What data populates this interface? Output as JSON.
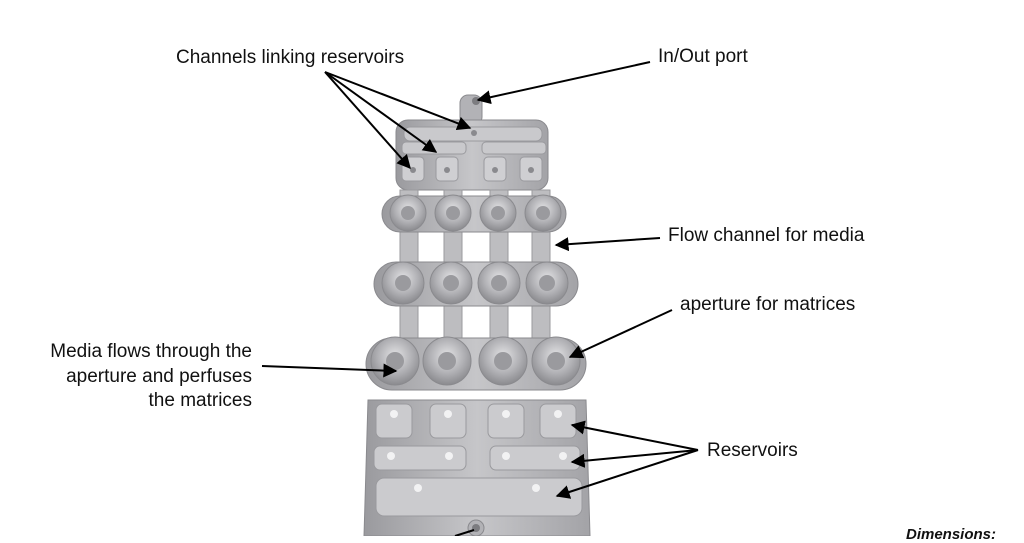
{
  "labels": {
    "channels": "Channels linking reservoirs",
    "port": "In/Out port",
    "flow_channel": "Flow channel for media",
    "aperture": "aperture for matrices",
    "media_line1": "Media flows through the",
    "media_line2": "aperture and perfuses",
    "media_line3": "the matrices",
    "reservoirs": "Reservoirs",
    "dimensions": "Dimensions:"
  },
  "colors": {
    "plate": "#b4b4b7",
    "plate_dark": "#8e8e92",
    "plate_light": "#d2d2d5",
    "arrow": "#000000"
  }
}
